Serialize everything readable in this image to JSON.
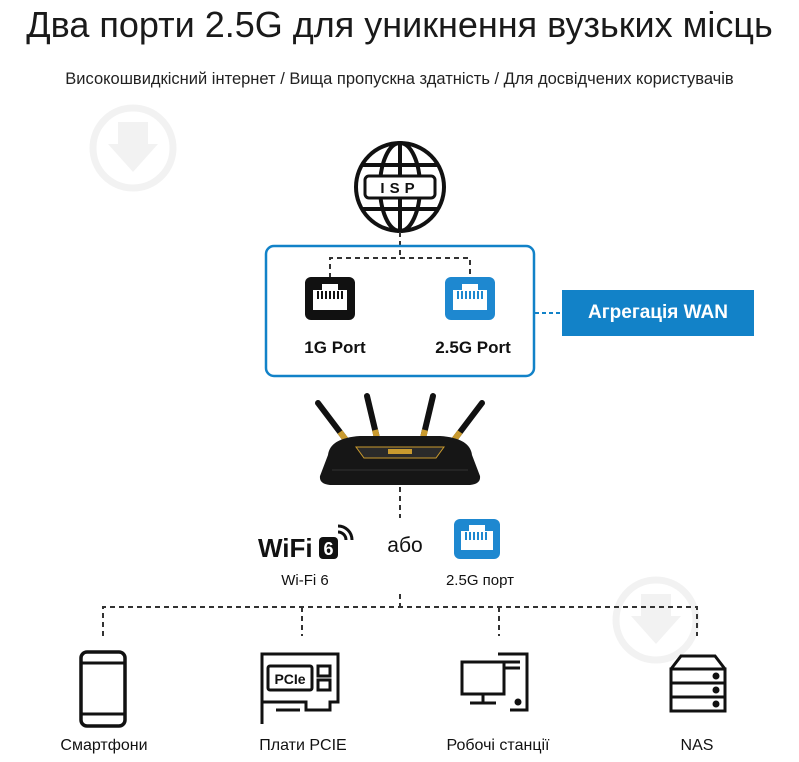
{
  "header": {
    "title": "Два порти 2.5G для уникнення вузьких місць",
    "subtitle": "Високошвидкісний інтернет / Вища пропускна здатність / Для досвідчених користувачів"
  },
  "isp": {
    "label": "ISP",
    "icon": "globe-icon"
  },
  "ports": {
    "port_1g": "1G Port",
    "port_25g": "2.5G Port"
  },
  "wan_badge": "Агрегація WAN",
  "connection": {
    "wifi_logo_text": "WiFi",
    "wifi_logo_number": "6",
    "or_text": "або",
    "wifi_label": "Wi-Fi 6",
    "port_label": "2.5G порт"
  },
  "devices": [
    {
      "label": "Смартфони",
      "icon": "smartphone-icon"
    },
    {
      "label": "Плати PCIE",
      "icon": "pcie-card-icon",
      "icon_text": "PCIe"
    },
    {
      "label": "Робочі станції",
      "icon": "workstation-icon"
    },
    {
      "label": "NAS",
      "icon": "nas-icon"
    }
  ],
  "colors": {
    "accent_blue": "#1282c8",
    "port_blue": "#1e88d0",
    "gold": "#c99a2e",
    "text": "#111111"
  }
}
